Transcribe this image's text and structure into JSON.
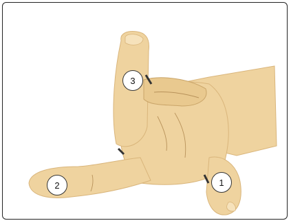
{
  "colors": {
    "skin": "#efd39f",
    "skin_shadow": "#cfae74",
    "crease": "#b8925a",
    "frame": "#222222",
    "marker_fill": "#ffffff"
  },
  "markers": [
    {
      "label": "1"
    },
    {
      "label": "2"
    },
    {
      "label": "3"
    }
  ]
}
